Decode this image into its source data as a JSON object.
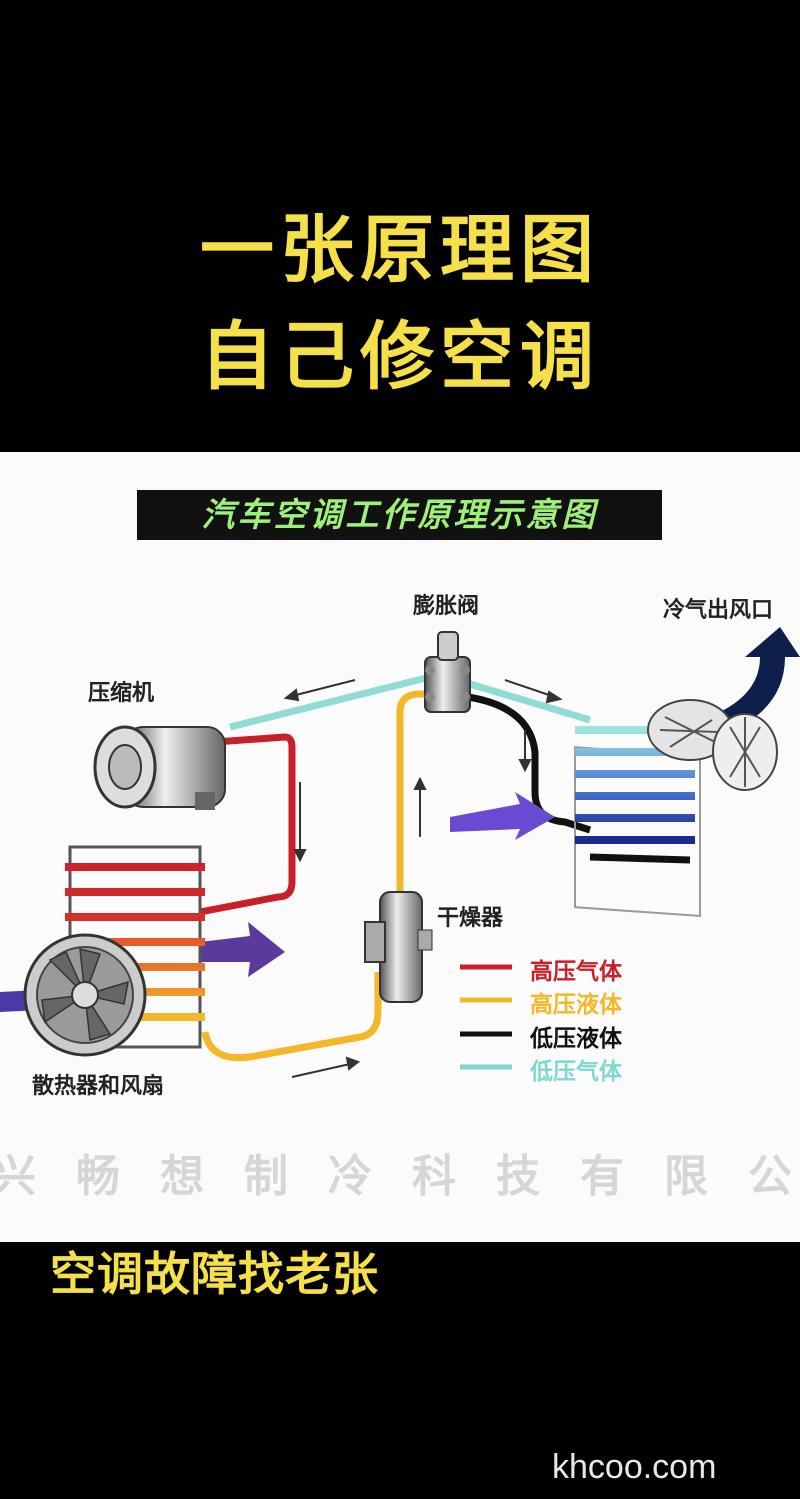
{
  "header": {
    "line1": "一张原理图",
    "line2": "自己修空调"
  },
  "diagram": {
    "banner": "汽车空调工作原理示意图",
    "labels": {
      "expansion_valve": "膨胀阀",
      "cold_air_outlet": "冷气出风口",
      "compressor": "压缩机",
      "dryer": "干燥器",
      "condenser_fan": "散热器和风扇"
    },
    "legend": [
      {
        "label": "高压气体",
        "color": "#c8202a"
      },
      {
        "label": "高压液体",
        "color": "#f2b82a"
      },
      {
        "label": "低压液体",
        "color": "#111111"
      },
      {
        "label": "低压气体",
        "color": "#7fd8d0"
      }
    ],
    "watermark": "兴畅想制冷科技有限公"
  },
  "footer": {
    "caption": "空调故障找老张",
    "site": "khcoo.com"
  },
  "colors": {
    "accent_yellow": "#f5e04a",
    "banner_green": "#9ff07a"
  }
}
